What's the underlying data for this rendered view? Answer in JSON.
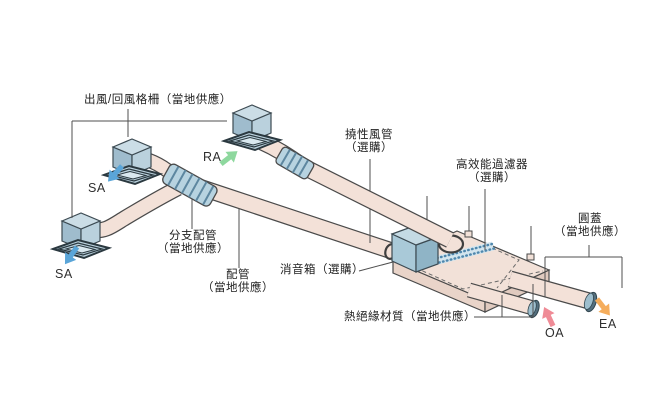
{
  "colors": {
    "duct_fill": "#f3e1d8",
    "duct_shade": "#e4cbc0",
    "duct_outline": "#4a4a4a",
    "fitting_fill": "#b7d3e0",
    "fitting_band": "#5d87a0",
    "cassette_left": "#9fbccd",
    "cassette_right": "#bad1dd",
    "cassette_top": "#cbdde6",
    "silencer_top": "#c4dae4",
    "silencer_front": "#a9c9d8",
    "silencer_side": "#8fb4c6",
    "unit_top": "#f2e1d8",
    "unit_front": "#e9d4c9",
    "unit_side": "#e0cabf",
    "filter_band": "#d3e5ee",
    "filter_dot": "#4f87ad",
    "cap_dark": "#55707f",
    "cap_light": "#9dbecd",
    "sa_arrow": "#5aa5d8",
    "ra_arrow": "#8ed89e",
    "oa_arrow": "#ef8b96",
    "ea_arrow": "#f5ad5c",
    "line": "#4f4f4f",
    "text": "#222222"
  },
  "labels": {
    "grille": {
      "text": "出風/回風格柵（當地供應）"
    },
    "flex_duct": {
      "line1": "撓性風管",
      "line2": "（選購）"
    },
    "filter": {
      "line1": "高效能過濾器",
      "line2": "（選購）"
    },
    "round_cap": {
      "line1": "圓蓋",
      "line2": "（當地供應）"
    },
    "branch_duct": {
      "line1": "分支配管",
      "line2": "（當地供應）"
    },
    "duct": {
      "line1": "配管",
      "line2": "（當地供應）"
    },
    "silencer": {
      "text": "消音箱（選購）"
    },
    "insulation": {
      "text": "熱絕緣材質（當地供應）"
    }
  },
  "air_flows": {
    "sa_upper": "SA",
    "sa_lower": "SA",
    "ra": "RA",
    "oa": "OA",
    "ea": "EA"
  }
}
